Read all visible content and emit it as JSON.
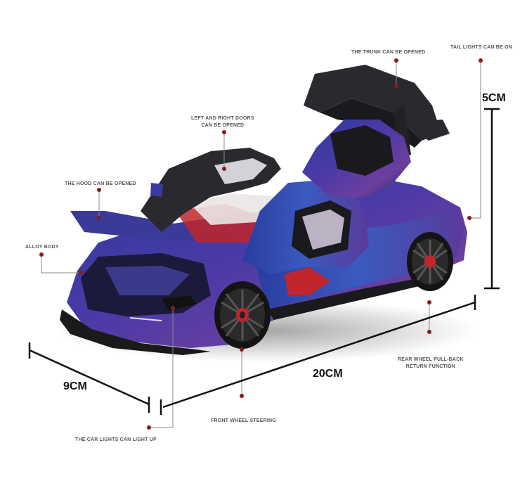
{
  "labels": {
    "trunk": "THE TRUNK CAN BE OPENED",
    "tail_lights": "TAIL LIGHTS CAN BE ON",
    "doors_line1": "LEFT AND RIGHT DOORS",
    "doors_line2": "CAN BE OPENED",
    "hood": "THE HOOD CAN BE OPENED",
    "alloy_body": "ALLOY BODY",
    "rear_wheel_line1": "REAR WHEEL PULL-BACK",
    "rear_wheel_line2": "RETURN FUNCTION",
    "front_wheel": "FRONT WHEEL STEERING",
    "car_lights": "THE CAR LIGHTS CAN LIGHT UP"
  },
  "dimensions": {
    "height": "5CM",
    "length": "20CM",
    "width": "9CM"
  },
  "colors": {
    "body_primary": "#3b3a9a",
    "body_secondary": "#6a3f9e",
    "accent_red": "#c0262b",
    "dot_red": "#8b1a1a",
    "leader_line": "#888888",
    "dimension_line": "#111111"
  }
}
